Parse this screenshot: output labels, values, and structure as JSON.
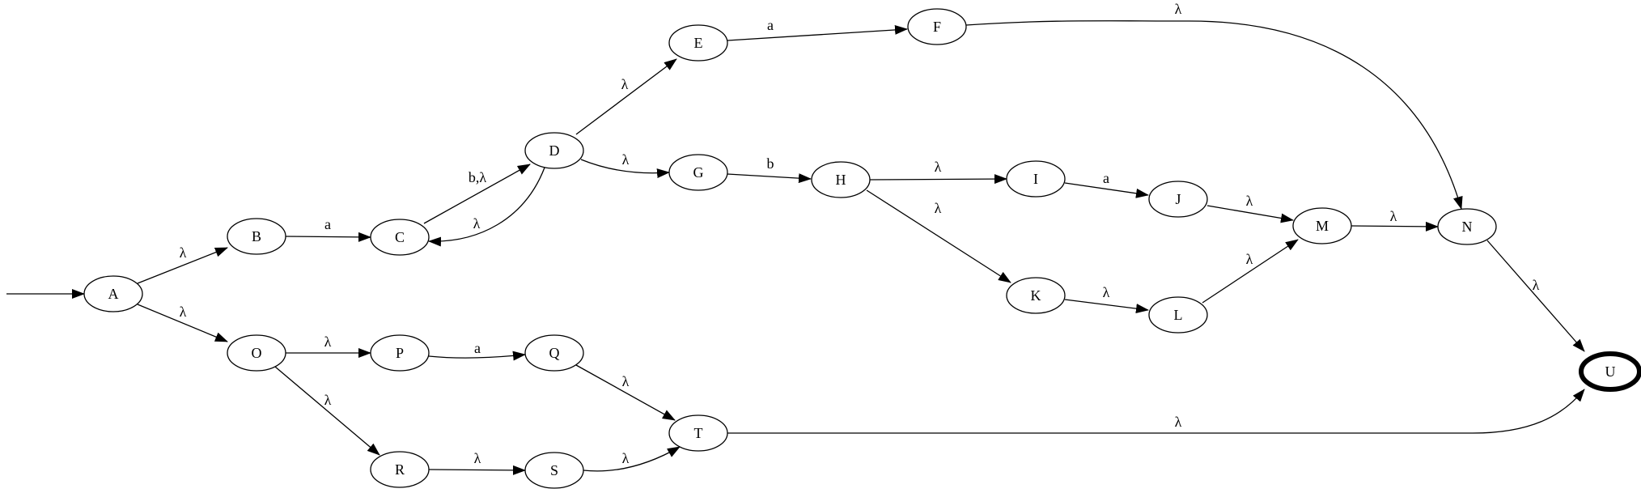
{
  "diagram": {
    "type": "nfa-state-diagram",
    "start_state": "A",
    "accepting_states": [
      "U"
    ],
    "states": [
      "A",
      "B",
      "C",
      "D",
      "E",
      "F",
      "G",
      "H",
      "I",
      "J",
      "K",
      "L",
      "M",
      "N",
      "O",
      "P",
      "Q",
      "R",
      "S",
      "T",
      "U"
    ],
    "transitions": [
      {
        "from": "A",
        "to": "B",
        "label": "λ"
      },
      {
        "from": "A",
        "to": "O",
        "label": "λ"
      },
      {
        "from": "B",
        "to": "C",
        "label": "a"
      },
      {
        "from": "C",
        "to": "D",
        "label": "b,λ"
      },
      {
        "from": "D",
        "to": "C",
        "label": "λ"
      },
      {
        "from": "D",
        "to": "E",
        "label": "λ"
      },
      {
        "from": "D",
        "to": "G",
        "label": "λ"
      },
      {
        "from": "E",
        "to": "F",
        "label": "a"
      },
      {
        "from": "F",
        "to": "N",
        "label": "λ"
      },
      {
        "from": "G",
        "to": "H",
        "label": "b"
      },
      {
        "from": "H",
        "to": "I",
        "label": "λ"
      },
      {
        "from": "H",
        "to": "K",
        "label": "λ"
      },
      {
        "from": "I",
        "to": "J",
        "label": "a"
      },
      {
        "from": "J",
        "to": "M",
        "label": "λ"
      },
      {
        "from": "K",
        "to": "L",
        "label": "λ"
      },
      {
        "from": "L",
        "to": "M",
        "label": "λ"
      },
      {
        "from": "M",
        "to": "N",
        "label": "λ"
      },
      {
        "from": "N",
        "to": "U",
        "label": "λ"
      },
      {
        "from": "O",
        "to": "P",
        "label": "λ"
      },
      {
        "from": "O",
        "to": "R",
        "label": "λ"
      },
      {
        "from": "P",
        "to": "Q",
        "label": "a"
      },
      {
        "from": "Q",
        "to": "T",
        "label": "λ"
      },
      {
        "from": "R",
        "to": "S",
        "label": "λ"
      },
      {
        "from": "S",
        "to": "T",
        "label": "λ"
      },
      {
        "from": "T",
        "to": "U",
        "label": "λ"
      }
    ]
  }
}
